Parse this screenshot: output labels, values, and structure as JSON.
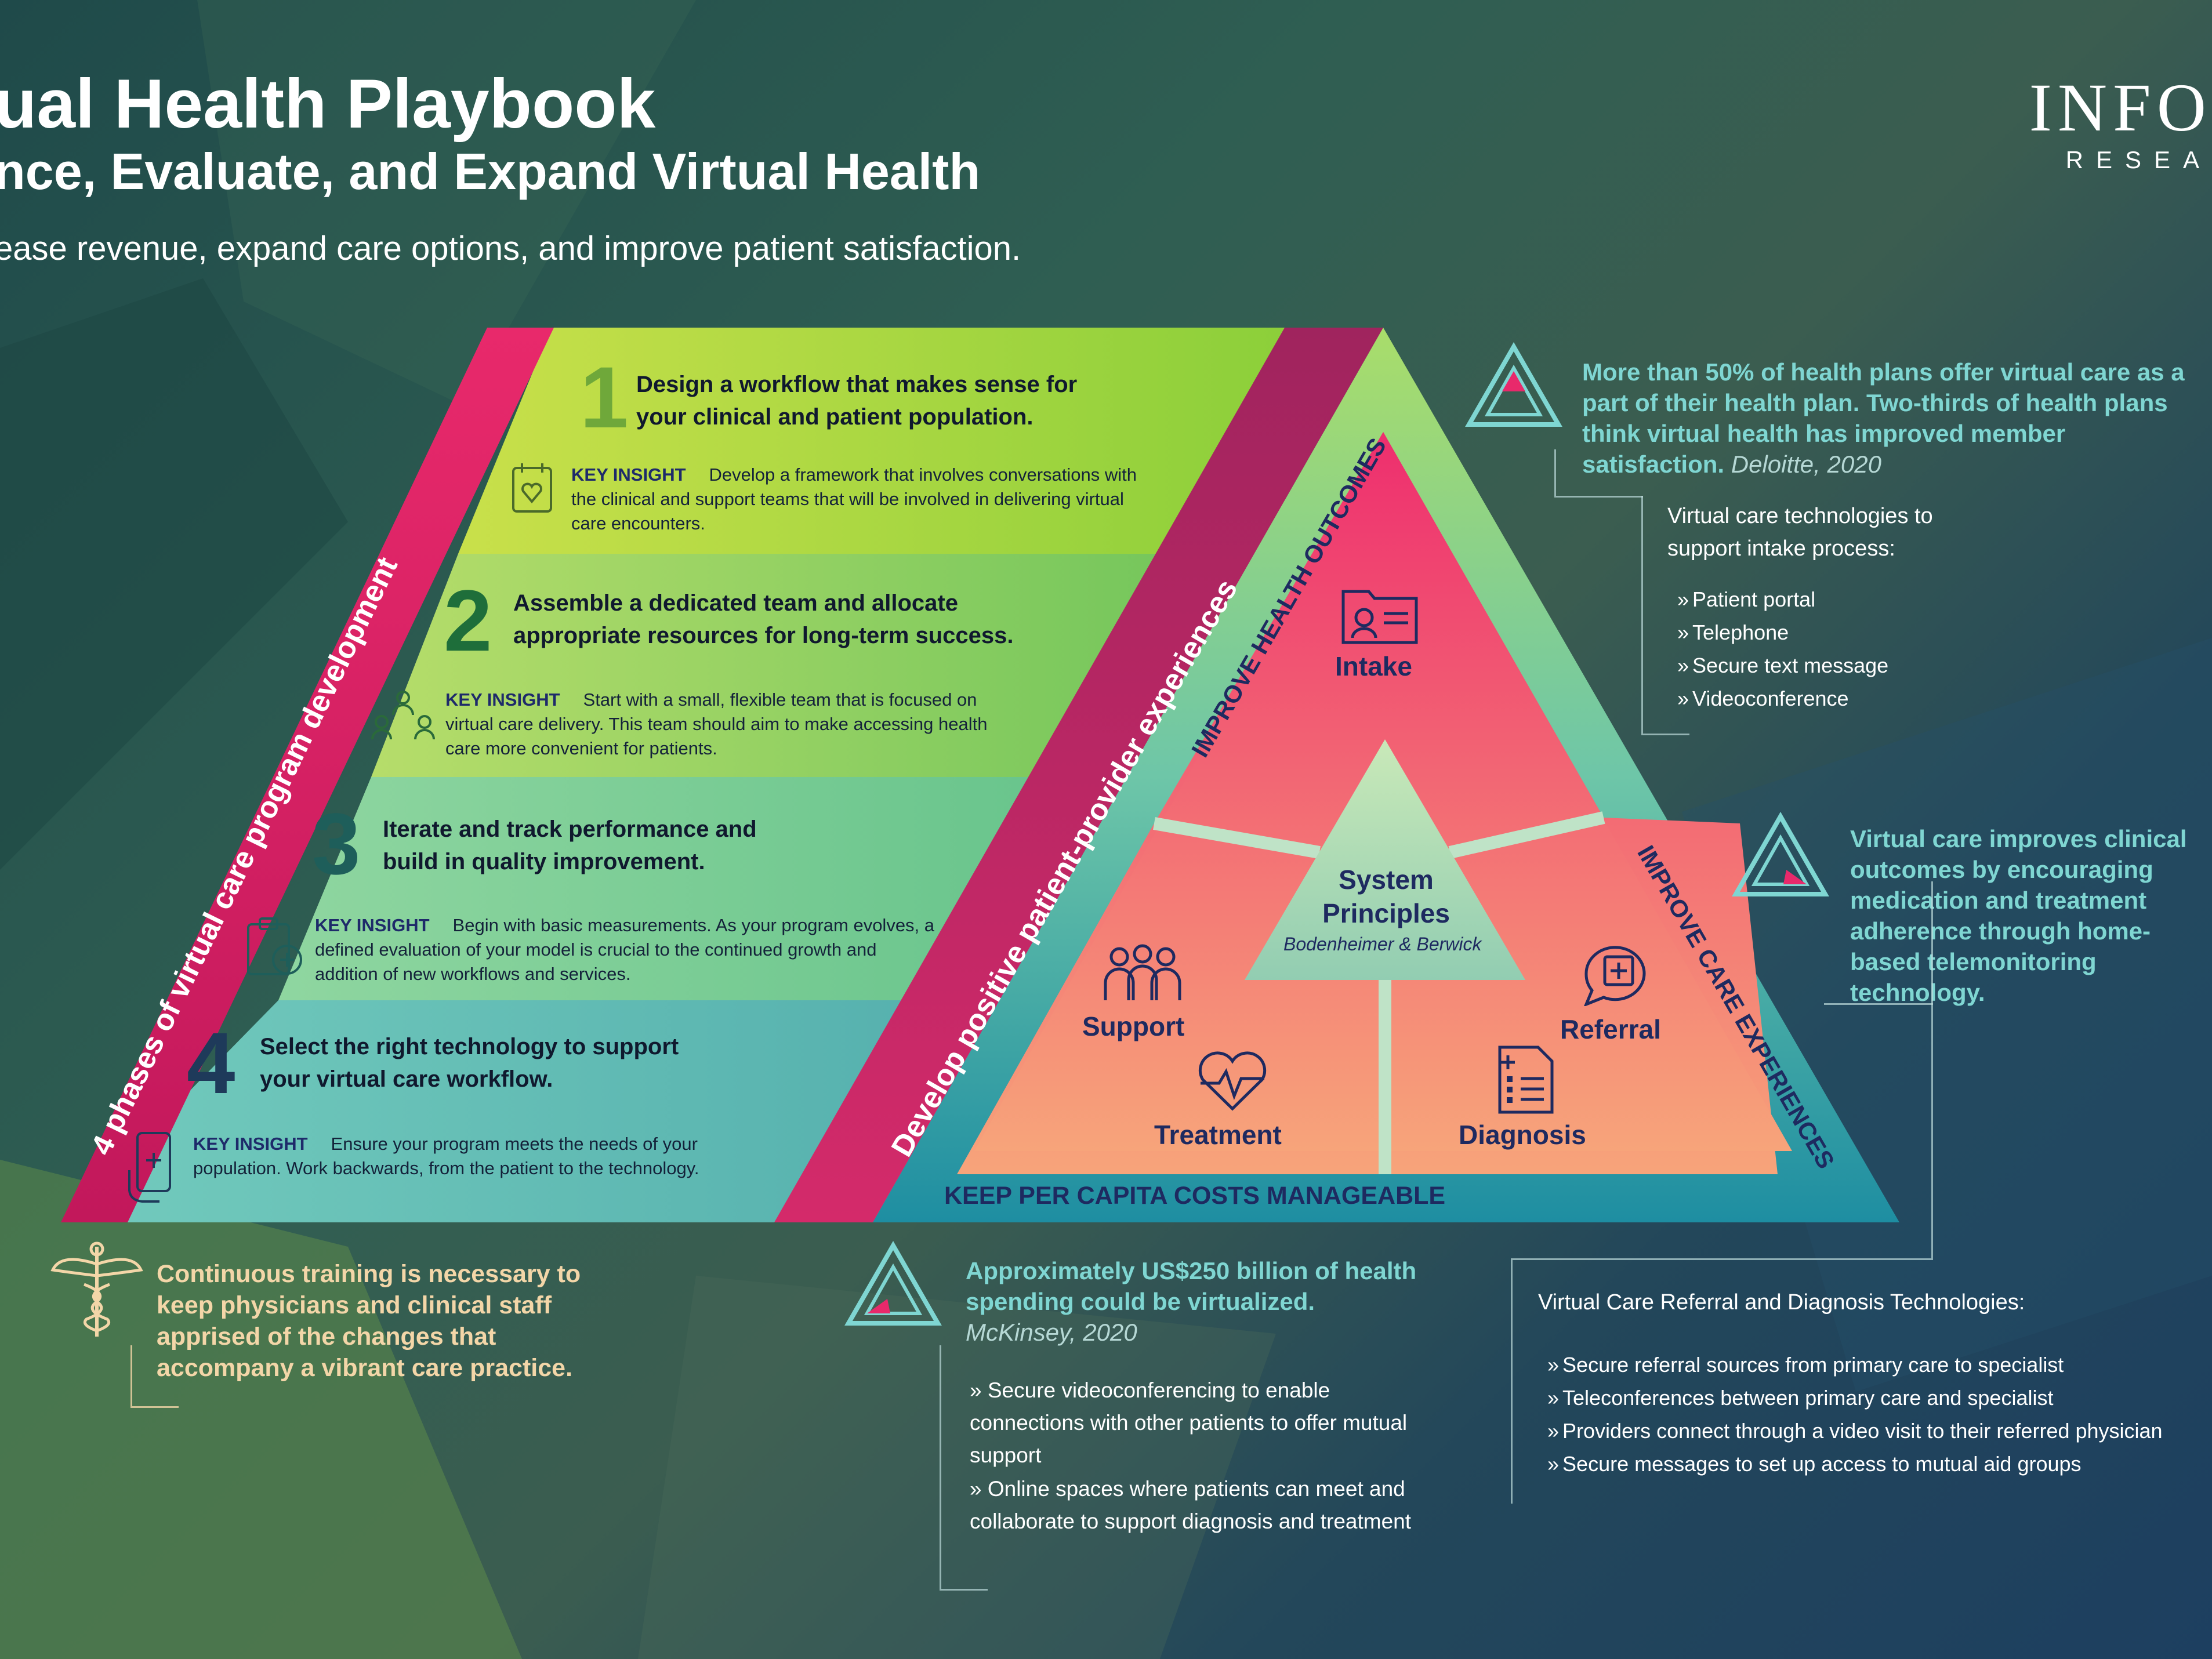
{
  "header": {
    "title": "ual Health Playbook",
    "subtitle": "nce, Evaluate, and Expand Virtual Health",
    "tagline": "ease revenue, expand care options, and improve patient satisfaction."
  },
  "logo": {
    "name": "INFO",
    "sub": "RESEA"
  },
  "phases": {
    "side_label": "4 phases of virtual care program development",
    "key_insight_label": "KEY INSIGHT",
    "steps": [
      {
        "number": "1",
        "title_line1": "Design a workflow that makes sense for",
        "title_line2": "your clinical and patient population.",
        "insight": "Develop a framework that involves conversations with the clinical and support teams that will be involved in delivering virtual care encounters.",
        "icon": "heart-calendar-icon"
      },
      {
        "number": "2",
        "title_line1": "Assemble a dedicated team and allocate",
        "title_line2": "appropriate resources for long-term success.",
        "insight": "Start with a small, flexible team that is focused on virtual care delivery. This team should aim to make accessing health care more convenient for patients.",
        "icon": "team-icon"
      },
      {
        "number": "3",
        "title_line1": "Iterate and track performance and",
        "title_line2": "build in quality improvement.",
        "insight": "Begin with basic measurements. As your program evolves, a defined evaluation of your model is crucial to the continued growth and addition of new workflows and services.",
        "icon": "clipboard-plus-icon"
      },
      {
        "number": "4",
        "title_line1": "Select the right technology to support",
        "title_line2": "your virtual care workflow.",
        "insight": "Ensure your program meets the needs of your population. Work backwards, from the patient to the technology.",
        "icon": "phone-hand-icon"
      }
    ]
  },
  "band_label": "Develop positive patient-provider experiences",
  "pyramid": {
    "left_label": "IMPROVE HEALTH OUTCOMES",
    "right_label": "IMPROVE CARE EXPERIENCES",
    "bottom_label": "KEEP PER CAPITA COSTS MANAGEABLE",
    "center_title": "System Principles",
    "center_sub": "Bodenheimer & Berwick",
    "sections": {
      "intake": "Intake",
      "support": "Support",
      "treatment": "Treatment",
      "referral": "Referral",
      "diagnosis": "Diagnosis"
    }
  },
  "training_note": "Continuous training is necessary to keep physicians and clinical staff apprised of the changes that accompany a vibrant care practice.",
  "stat_top": {
    "text": "More than 50% of health plans offer virtual care as a part of their health plan. Two-thirds of health plans think virtual health has improved member satisfaction.",
    "source": "Deloitte, 2020"
  },
  "intake_tech": {
    "heading": "Virtual care technologies to support intake process:",
    "items": [
      "Patient portal",
      "Telephone",
      "Secure text message",
      "Videoconference"
    ]
  },
  "stat_mid": {
    "text": "Virtual care improves clinical outcomes by encouraging medication and treatment adherence through home-based telemonitoring technology."
  },
  "stat_bottom": {
    "text": "Approximately US$250 billion of health spending could be virtualized.",
    "source": "McKinsey, 2020"
  },
  "support_tech": {
    "items": [
      "Secure videoconferencing to enable connections with other patients to offer mutual support",
      "Online spaces where patients can meet and collaborate to support diagnosis and treatment"
    ]
  },
  "referral_tech": {
    "heading": "Virtual Care Referral and Diagnosis Technologies:",
    "items": [
      "Secure referral sources from primary care to specialist",
      "Teleconferences between primary care and specialist",
      "Providers connect through a video visit to their referred physician",
      "Secure messages to set up access to mutual aid groups"
    ]
  },
  "colors": {
    "accent_pink": "#e8296b",
    "teal": "#7fd6d2",
    "navy": "#1e2a60",
    "lime": "#a6d43a"
  }
}
